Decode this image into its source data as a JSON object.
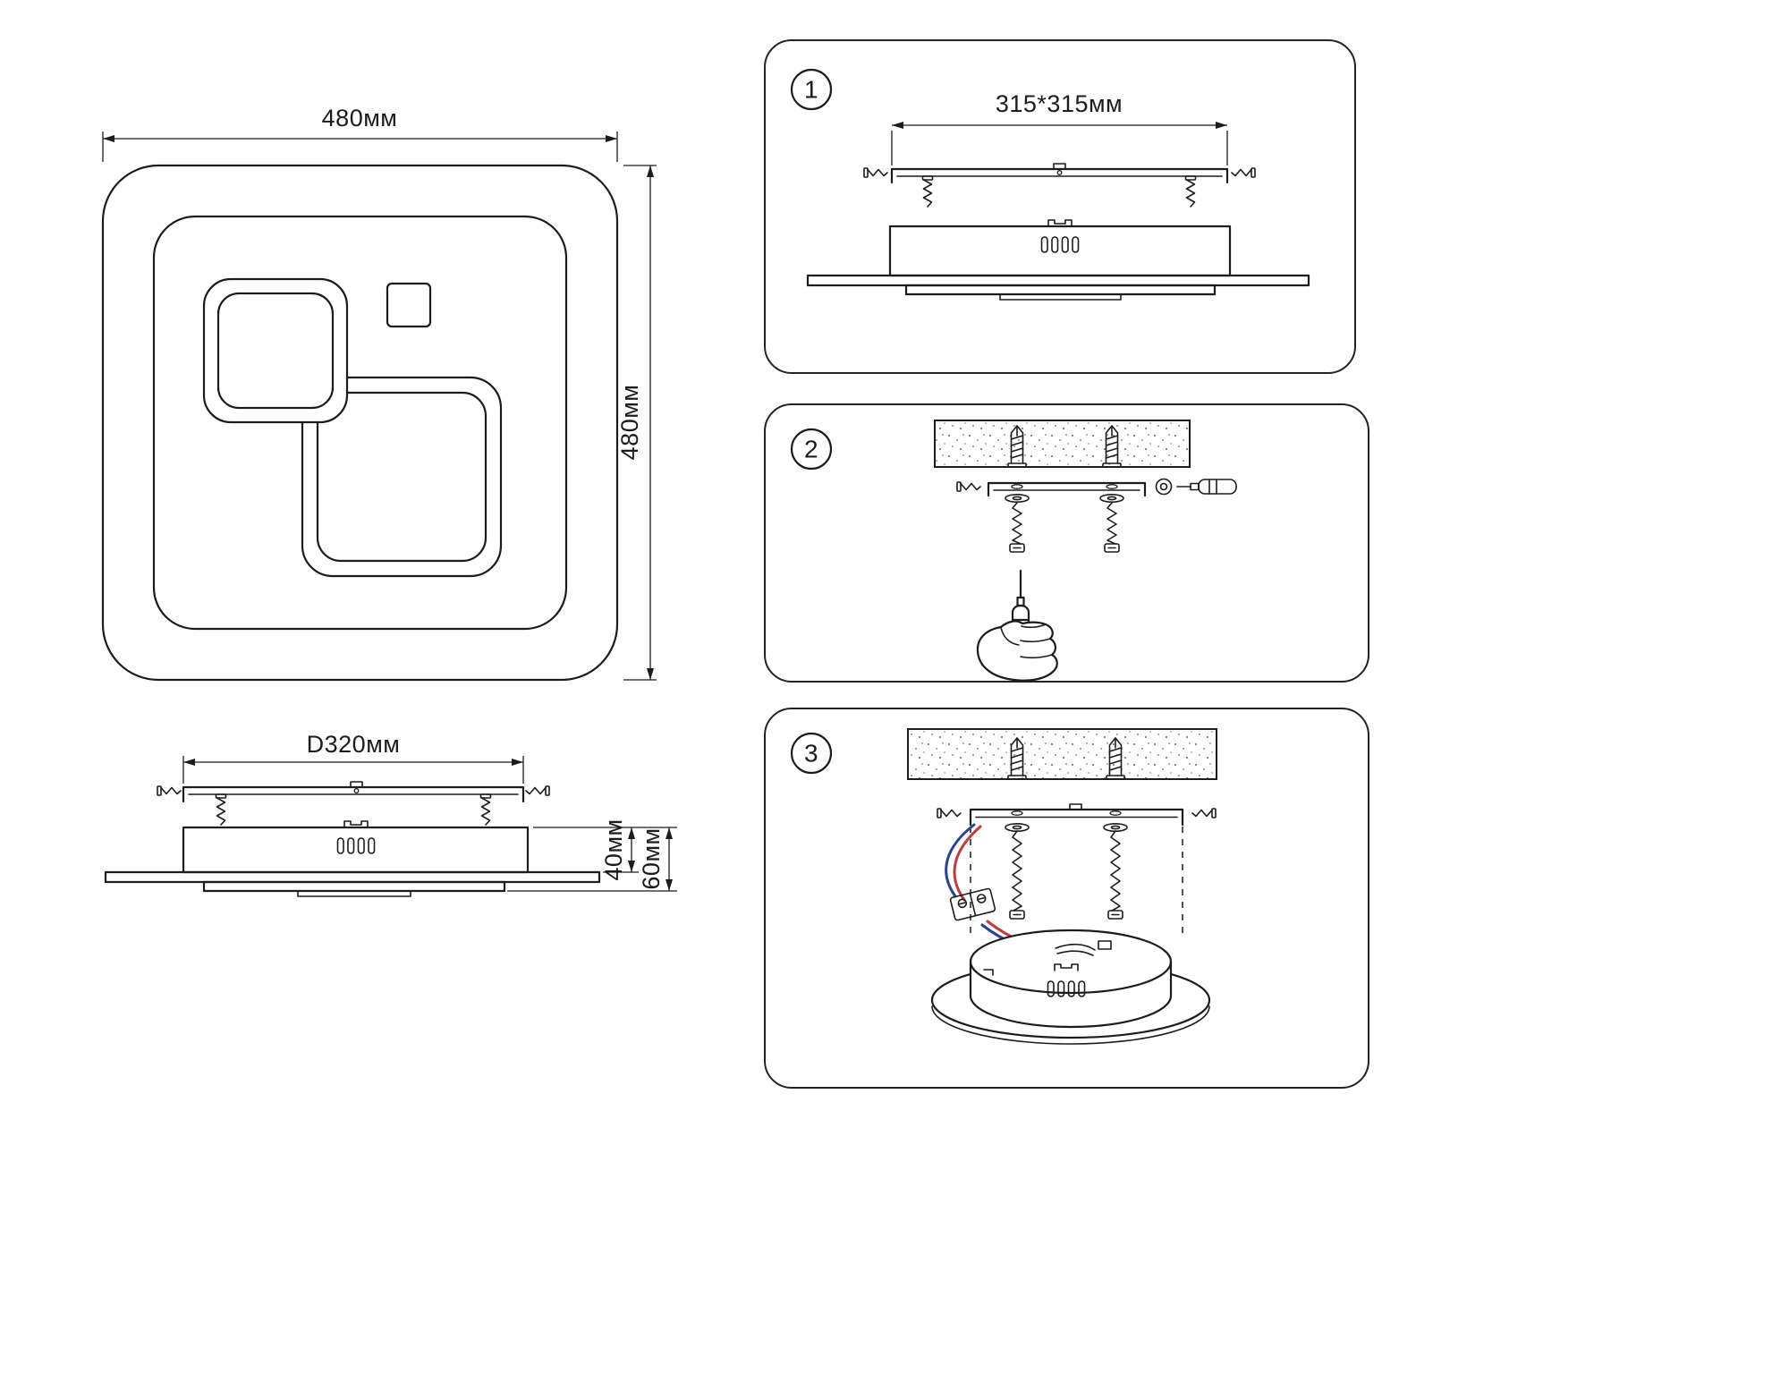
{
  "colors": {
    "line": "#1c1c1c",
    "background": "#ffffff",
    "wire_blue": "#2b3f9e",
    "wire_red": "#c23a3a"
  },
  "top_view": {
    "width_label": "480мм",
    "height_label": "480мм"
  },
  "side_view": {
    "diameter_label": "D320мм",
    "mount_height_label": "40мм",
    "total_height_label": "60мм"
  },
  "steps": [
    {
      "number": "1",
      "bracket_dimension_label": "315*315мм"
    },
    {
      "number": "2"
    },
    {
      "number": "3"
    }
  ]
}
